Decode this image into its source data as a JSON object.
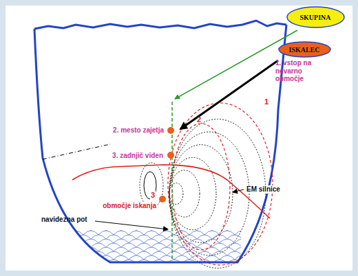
{
  "diagram": {
    "nodes": [
      {
        "text": [
          "SKUPINA"
        ]
      },
      {
        "text": [
          "ISKALEC"
        ]
      }
    ],
    "labels": [
      "1. vstop na nevarno območje",
      "1",
      "2. mesto zajetja",
      "2",
      "3. zadnjič viden",
      "3",
      "območje iskanja",
      "navidezna pot",
      "EM silnice"
    ]
  }
}
